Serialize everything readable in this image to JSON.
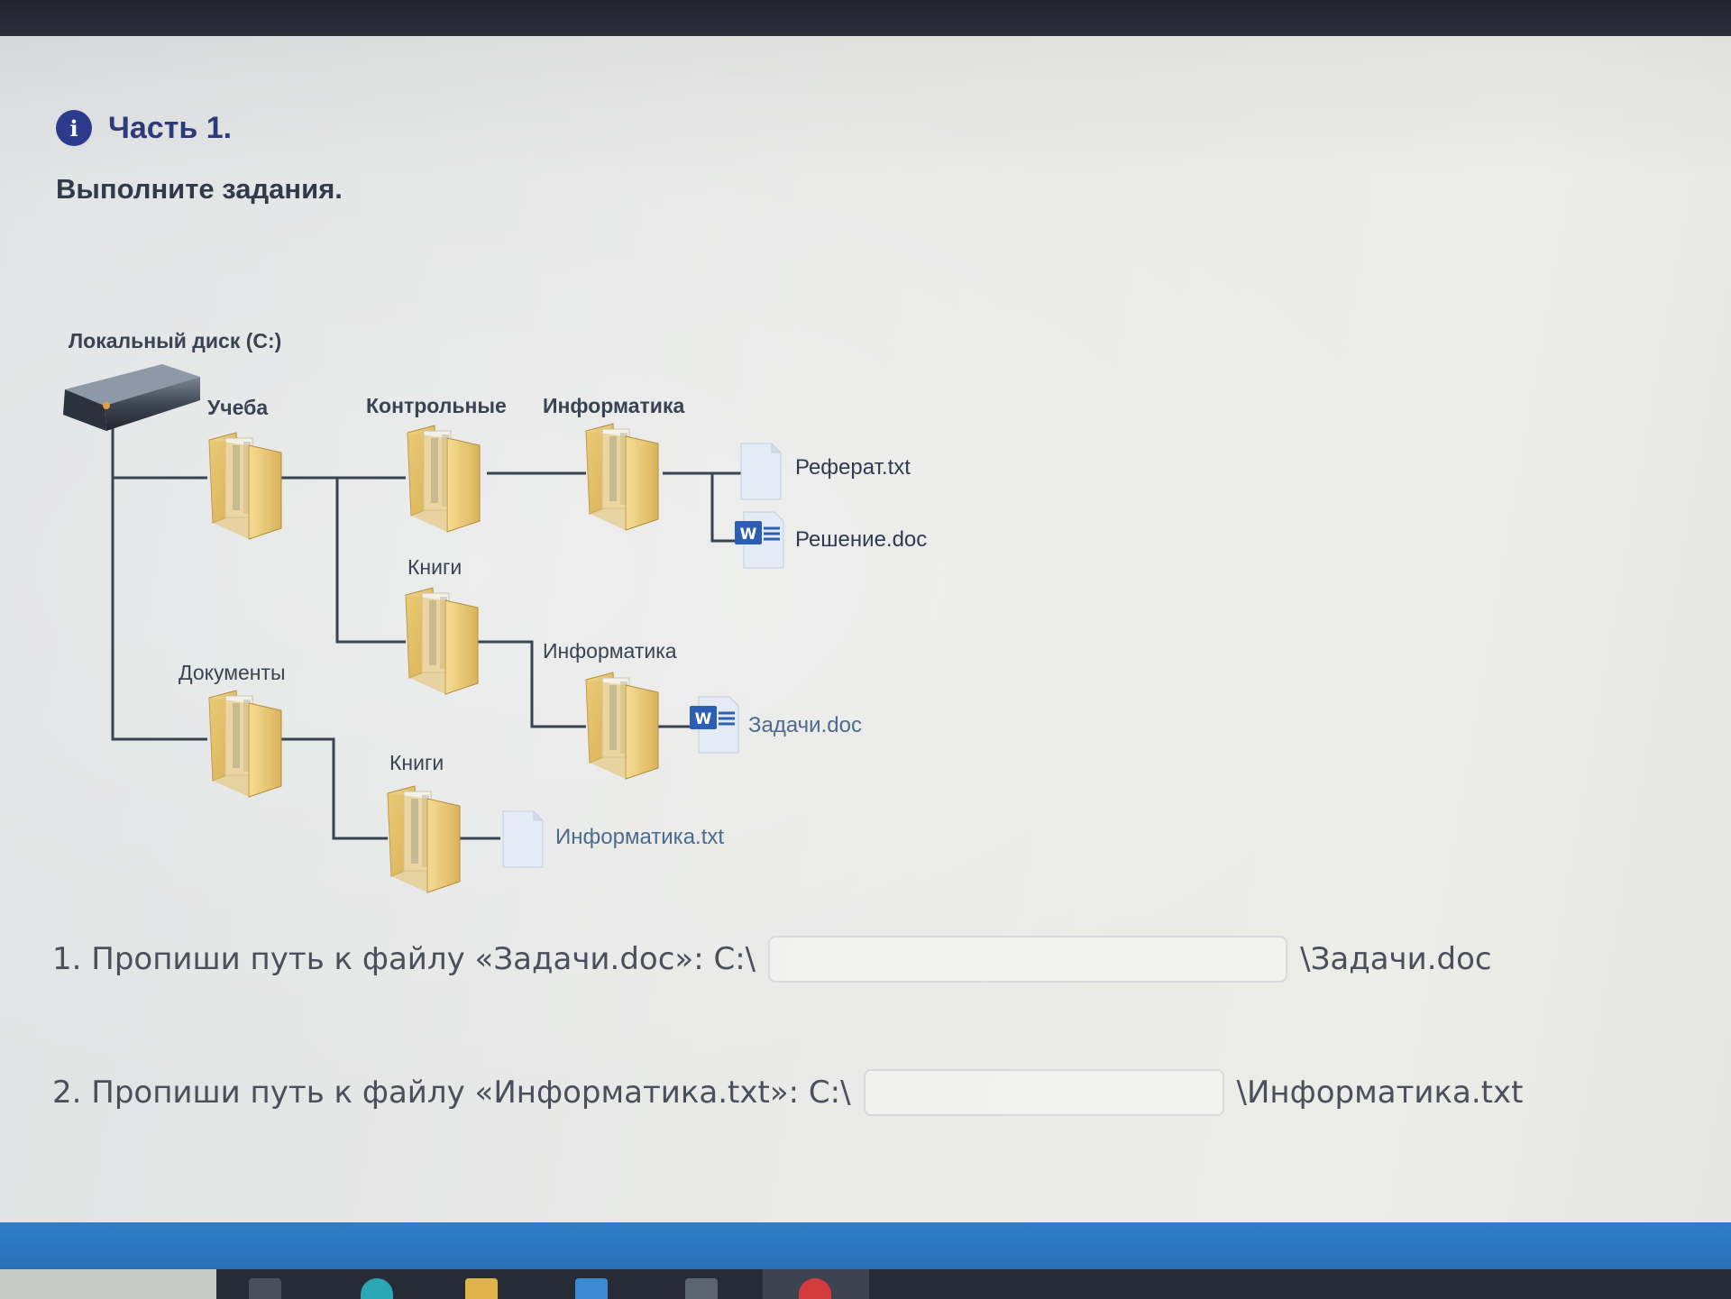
{
  "header": {
    "part_title": "Часть 1.",
    "subtitle": "Выполните задания.",
    "icon": "info-icon"
  },
  "tree": {
    "root": "Локальный диск (C:)",
    "folders": {
      "ucheba": "Учеба",
      "kontrolnye": "Контрольные",
      "informatika_top": "Информатика",
      "knigi_upper": "Книги",
      "informatika_mid": "Информатика",
      "dokumenty": "Документы",
      "knigi_lower": "Книги"
    },
    "files": {
      "referat": "Реферат.txt",
      "reshenie": "Решение.doc",
      "zadachi": "Задачи.doc",
      "informatika_txt": "Информатика.txt"
    }
  },
  "questions": [
    {
      "prefix": "1. Пропиши путь к файлу «Задачи.doc»: C:\\",
      "value": "",
      "suffix": "\\Задачи.doc"
    },
    {
      "prefix": "2. Пропиши путь к файлу «Информатика.txt»: C:\\",
      "value": "",
      "suffix": "\\Информатика.txt"
    }
  ],
  "colors": {
    "accent": "#2d3b8c",
    "tree_line": "#3a4350",
    "folder": "#e8c877",
    "taskbar_blue": "#2f7fc8"
  }
}
